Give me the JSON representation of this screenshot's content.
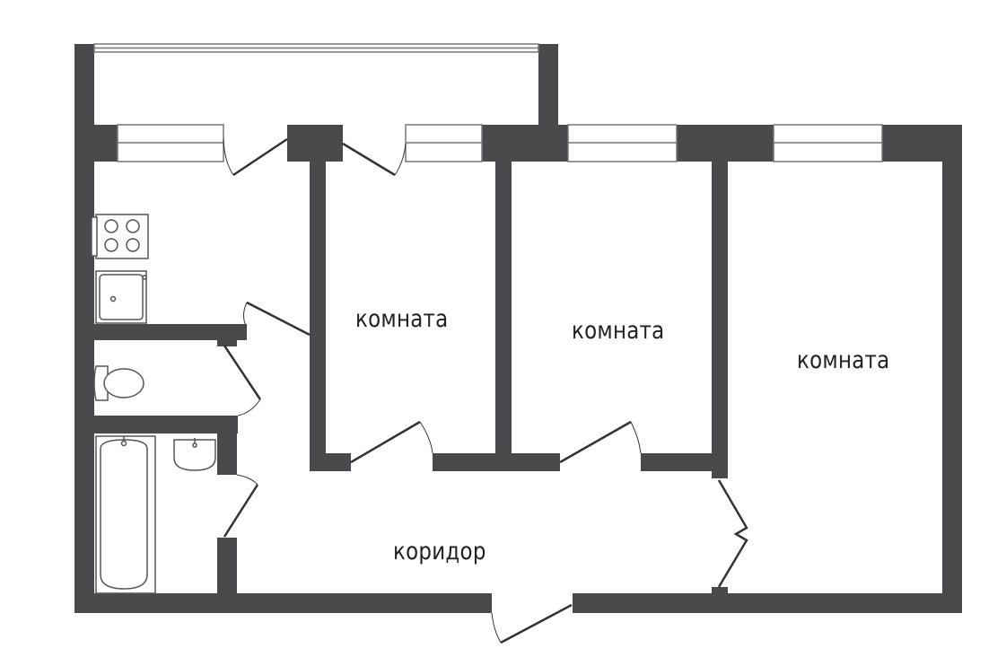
{
  "rooms": {
    "room_1": "комната",
    "room_2": "комната",
    "room_3": "комната",
    "corridor": "коридор"
  },
  "colors": {
    "wall": "#4a4a4c",
    "fixture_stroke": "#555555",
    "window_frame": "#777777",
    "door_line": "#333333",
    "background": "#ffffff"
  },
  "icons": [
    "stove-icon",
    "kitchen-sink-icon",
    "toilet-icon",
    "bathtub-icon",
    "washbasin-icon"
  ]
}
